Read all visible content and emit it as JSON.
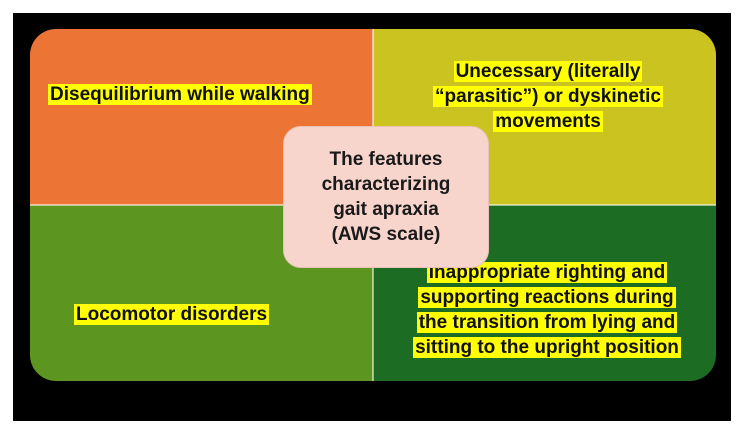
{
  "colors": {
    "top_left": "#ec7535",
    "top_right": "#cbc31f",
    "bottom_left": "#5c951f",
    "bottom_right": "#1d6c23",
    "center": "#f8d5cc",
    "highlight": "#ffff00",
    "background": "#000000"
  },
  "center": {
    "line1": "The features",
    "line2": "characterizing",
    "line3": "gait apraxia",
    "line4": "(AWS scale)"
  },
  "quadrants": {
    "top_left": {
      "line1": "Disequilibrium while walking"
    },
    "top_right": {
      "line1": "Unecessary (literally",
      "line2": "“parasitic”) or dyskinetic",
      "line3": "movements"
    },
    "bottom_left": {
      "line1": "Locomotor disorders"
    },
    "bottom_right": {
      "line1": "Inappropriate righting and",
      "line2": "supporting reactions during",
      "line3": "the transition from lying and",
      "line4": "sitting to the upright position"
    }
  }
}
